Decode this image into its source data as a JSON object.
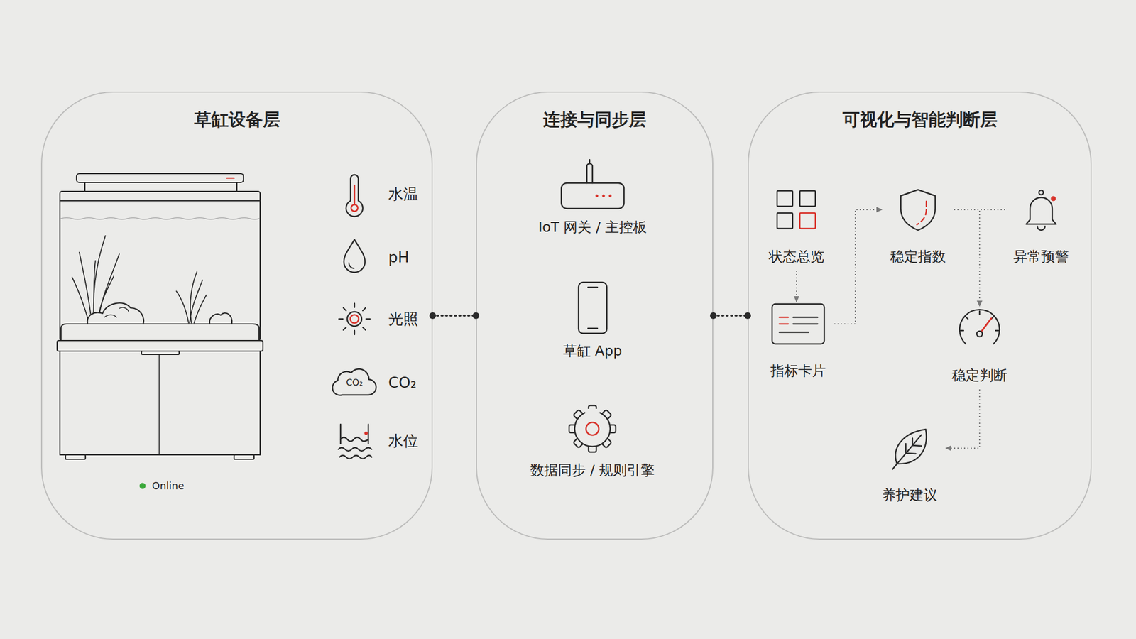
{
  "diagram": {
    "nodes": [
      {
        "text": [
          "草缸设备层"
        ]
      },
      {
        "text": [
          "连接与同步层"
        ]
      },
      {
        "text": [
          "可视化与智能判断层"
        ]
      },
      {
        "text": [
          "状态总览"
        ],
        "in": 2
      },
      {
        "text": [
          "稳定指数"
        ],
        "in": 2
      },
      {
        "text": [
          "异常预警"
        ],
        "in": 2
      },
      {
        "text": [
          "指标卡片"
        ],
        "in": 2
      },
      {
        "text": [
          "稳定判断"
        ],
        "in": 2
      },
      {
        "text": [
          "养护建议"
        ],
        "in": 2
      }
    ],
    "edges": [
      {
        "from": 0,
        "to": 1,
        "arrow": "none"
      },
      {
        "from": 1,
        "to": 2,
        "arrow": "none"
      },
      {
        "from": 3,
        "to": 6,
        "arrow": "to"
      },
      {
        "from": 6,
        "to": 4,
        "arrow": "to"
      },
      {
        "from": 4,
        "to": 5,
        "arrow": "none"
      },
      {
        "from": 4,
        "to": 7,
        "arrow": "to"
      },
      {
        "from": 7,
        "to": 8,
        "arrow": "to"
      }
    ],
    "labels": [
      "水温",
      "pH",
      "光照",
      "CO₂",
      "CO₂",
      "水位",
      "Online",
      "IoT 网关 / 主控板",
      "草缸 App",
      "数据同步 / 规则引擎"
    ]
  }
}
